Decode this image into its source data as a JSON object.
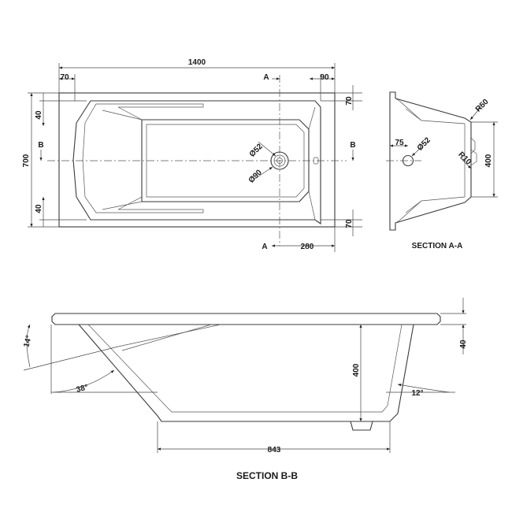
{
  "plan": {
    "overall_length": "1400",
    "left_rim": "70",
    "right_rim": "90",
    "top_rim": "70",
    "bottom_rim": "70",
    "overall_width": "700",
    "upper_ledge": "40",
    "lower_ledge": "40",
    "waste_offset": "280",
    "waste_dia_small": "Ø52",
    "waste_dia_large": "Ø90",
    "section_a_top": "A",
    "section_a_bottom": "A",
    "section_b_left": "B",
    "section_b_right": "B"
  },
  "section_aa": {
    "title": "SECTION A-A",
    "radius_top": "R50",
    "radius_bottom": "R10",
    "offset": "75",
    "hole_dia": "Ø52",
    "depth": "400"
  },
  "section_bb": {
    "title": "SECTION B-B",
    "angle_back": "14°",
    "angle_end": "38°",
    "angle_foot": "12°",
    "depth": "400",
    "rim_thickness": "40",
    "base_length": "843"
  }
}
